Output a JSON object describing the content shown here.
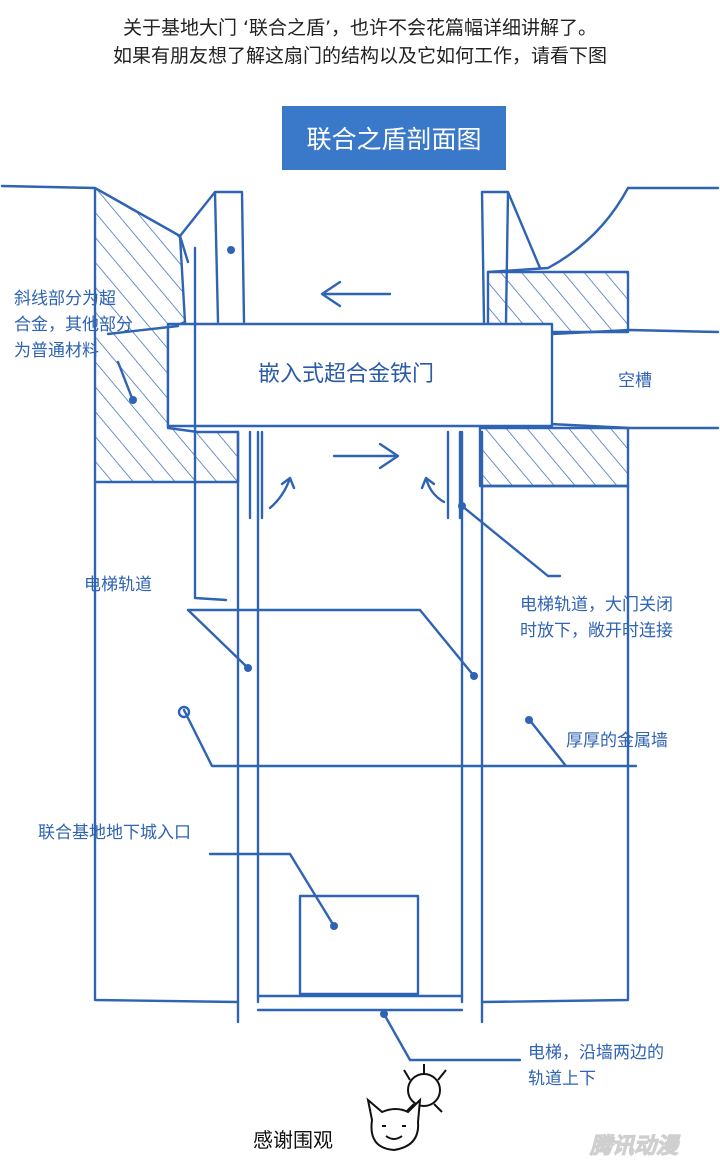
{
  "intro": {
    "line1": "关于基地大门 ‘联合之盾’，也许不会花篇幅详细讲解了。",
    "line2": "如果有朋友想了解这扇门的结构以及它如何工作，请看下图"
  },
  "title": "联合之盾剖面图",
  "labels": {
    "hatch_note": "斜线部分为超\n合金，其他部分\n为普通材料",
    "door": "嵌入式超合金铁门",
    "slot": "空槽",
    "rail_left": "电梯轨道",
    "rail_right": "电梯轨道，大门关闭\n时放下，敞开时连接",
    "wall": "厚厚的金属墙",
    "entrance": "联合基地地下城入口",
    "elevator": "电梯，沿墙两边的\n轨道上下"
  },
  "thanks": "感谢围观",
  "watermark": "腾讯动漫",
  "colors": {
    "ink": "#2f63b3",
    "title_bg": "#3a78c9"
  }
}
